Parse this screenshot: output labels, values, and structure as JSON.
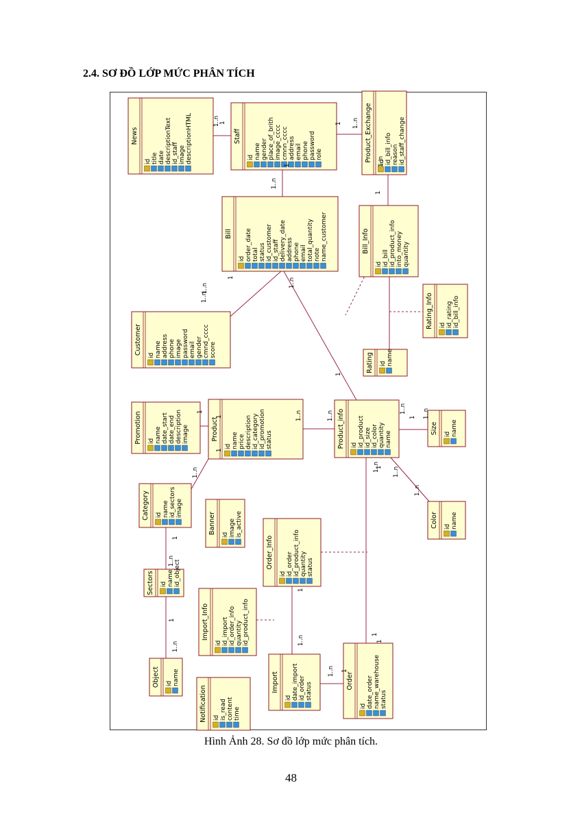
{
  "heading": "2.4. SƠ ĐỒ LỚP MỨC PHÂN TÍCH",
  "caption": "Hình Ảnh 28. Sơ đồ lớp mức phân tích.",
  "page_number": "48",
  "colors": {
    "class_fill": "#fefed0",
    "class_border": "#8b1a2a",
    "association": "#9a2744",
    "key_icon": "#d8b020",
    "attr_icon": "#3a8fd8"
  },
  "classes": [
    {
      "name": "News",
      "attributes": [
        "id",
        "title",
        "date",
        "descriptionText",
        "id_staff",
        "image",
        "descriptionHTML"
      ]
    },
    {
      "name": "Staff",
      "attributes": [
        "id",
        "name",
        "gender",
        "place_of_brith",
        "image_cccc",
        "cmnn_cccc",
        "address",
        "email",
        "phone",
        "password",
        "role"
      ]
    },
    {
      "name": "Product_Exchange",
      "attributes": [
        "id",
        "id_bill_info",
        "reason",
        "id_staff_change"
      ]
    },
    {
      "name": "Bill",
      "attributes": [
        "id",
        "order_date",
        "total",
        "status",
        "id_customer",
        "id_staff",
        "delivery_date",
        "address",
        "phone",
        "email",
        "total_quantity",
        "note",
        "name_customer"
      ]
    },
    {
      "name": "Bill_Info",
      "attributes": [
        "id",
        "id_bill",
        "id_product_info",
        "into_money",
        "quantity"
      ]
    },
    {
      "name": "Rating_Info",
      "attributes": [
        "id",
        "id_rating",
        "id_bill_info"
      ]
    },
    {
      "name": "Customer",
      "attributes": [
        "id",
        "name",
        "address",
        "phone",
        "image",
        "password",
        "email",
        "gender",
        "cmnd_cccc",
        "score"
      ]
    },
    {
      "name": "Rating",
      "attributes": [
        "id",
        "name"
      ]
    },
    {
      "name": "Promotion",
      "attributes": [
        "id",
        "name",
        "date_start",
        "date_end",
        "description",
        "image"
      ]
    },
    {
      "name": "Product",
      "attributes": [
        "id",
        "name",
        "price",
        "description",
        "id_category",
        "id_promotion",
        "status"
      ]
    },
    {
      "name": "Product_info",
      "attributes": [
        "id",
        "id_product",
        "id_size",
        "id_color",
        "quantity",
        "name"
      ]
    },
    {
      "name": "Size",
      "attributes": [
        "id",
        "name"
      ]
    },
    {
      "name": "Category",
      "attributes": [
        "id",
        "name",
        "id_sectors",
        "image"
      ]
    },
    {
      "name": "Banner",
      "attributes": [
        "id",
        "image",
        "is_active"
      ]
    },
    {
      "name": "Color",
      "attributes": [
        "id",
        "name"
      ]
    },
    {
      "name": "Order_Info",
      "attributes": [
        "id",
        "id_order",
        "id_product_info",
        "quantity",
        "status"
      ]
    },
    {
      "name": "Sectors",
      "attributes": [
        "id",
        "name",
        "id_object"
      ]
    },
    {
      "name": "Import_Info",
      "attributes": [
        "id",
        "id_import",
        "id_order_info",
        "quantity",
        "id_product_info"
      ]
    },
    {
      "name": "Object",
      "attributes": [
        "id",
        "name"
      ]
    },
    {
      "name": "Import",
      "attributes": [
        "id",
        "date_import",
        "id_order",
        "status"
      ]
    },
    {
      "name": "Order",
      "attributes": [
        "id",
        "date_order",
        "name_warehouse",
        "status"
      ]
    },
    {
      "name": "Notification",
      "attributes": [
        "id",
        "is_read",
        "content",
        "time"
      ]
    }
  ],
  "multiplicities": [
    "1..n",
    "1",
    "1",
    "1..n",
    "1..n",
    "1",
    "1",
    "1..n",
    "1",
    "1..n",
    "1..n",
    "1",
    "1",
    "1",
    "1..n",
    "1..n",
    "1",
    "1..n",
    "1",
    "1..n",
    "1",
    "1..n",
    "1..n",
    "1",
    "1..n",
    "1",
    "1..n",
    "1",
    "1..n",
    "1..n",
    "1",
    "1..n",
    "1",
    "1",
    "1..n",
    "1..n"
  ]
}
